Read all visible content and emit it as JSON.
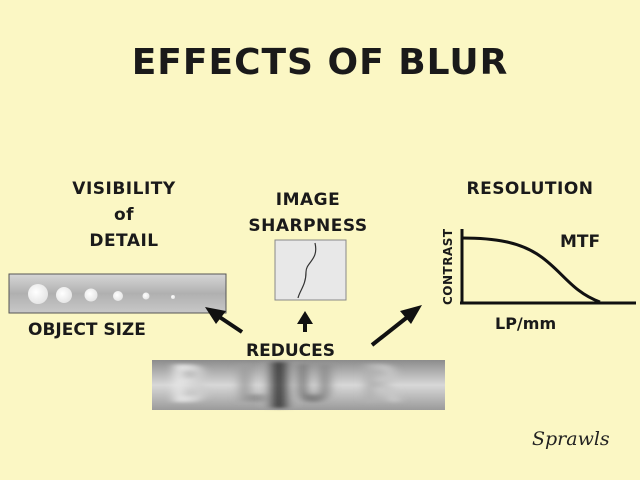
{
  "title": "EFFECTS OF BLUR",
  "visibility": {
    "line1": "VISIBILITY",
    "line2": "of",
    "line3": "DETAIL",
    "caption": "OBJECT SIZE"
  },
  "sharpness": {
    "line1": "IMAGE",
    "line2": "SHARPNESS"
  },
  "resolution": {
    "heading": "RESOLUTION",
    "yaxis": "CONTRAST",
    "xaxis": "LP/mm",
    "curve": "MTF"
  },
  "center": {
    "label": "REDUCES",
    "blur_word": "BLUR"
  },
  "signature": "Sprawls",
  "colors": {
    "background": "#fbf7c4",
    "text": "#1a1a1a",
    "strip": "#b8b8b8"
  }
}
